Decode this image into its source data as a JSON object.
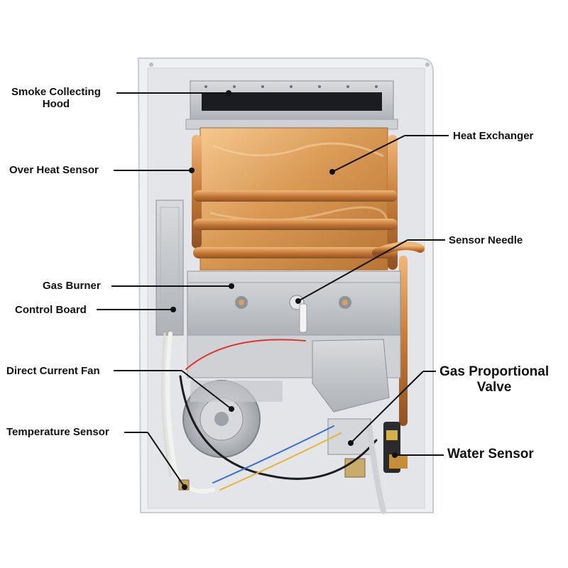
{
  "labels": {
    "smoke_hood": {
      "line1": "Smoke Collecting",
      "line2": "Hood"
    },
    "over_heat_sensor": "Over Heat Sensor",
    "gas_burner": "Gas Burner",
    "control_board": "Control Board",
    "direct_current_fan": "Direct Current Fan",
    "temperature_sensor": "Temperature Sensor",
    "heat_exchanger": "Heat Exchanger",
    "sensor_needle": "Sensor Needle",
    "gas_proportional_valve": {
      "line1": "Gas Proportional",
      "line2": "Valve"
    },
    "water_sensor": "Water Sensor"
  },
  "colors": {
    "copper": "#c8873e",
    "copper_light": "#f2c287",
    "panel": "#e9ebee",
    "panel_edge": "#c9ccd2",
    "metal": "#c5c7cb",
    "leader": "#111111"
  }
}
